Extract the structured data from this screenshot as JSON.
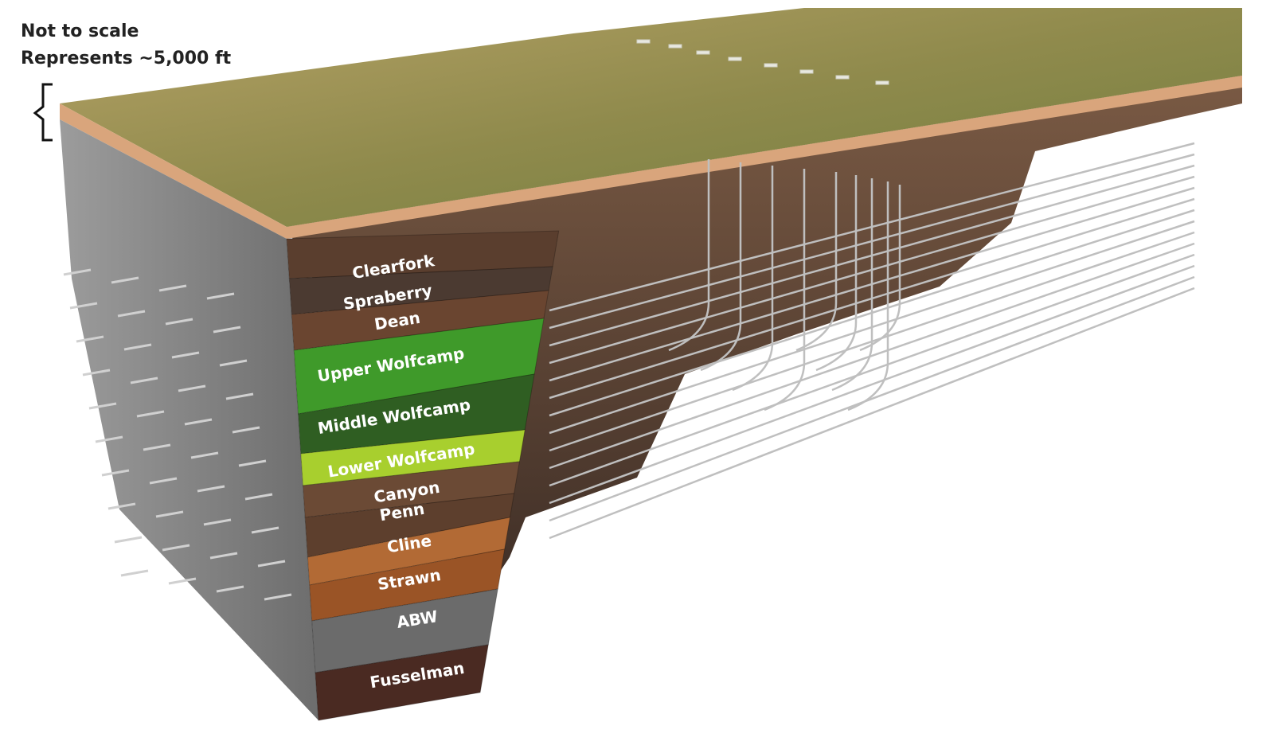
{
  "notes": {
    "scale": "Not to scale",
    "represents": "Represents ~5,000 ft"
  },
  "formations": [
    {
      "name": "Clearfork",
      "color": "#5a3e2e"
    },
    {
      "name": "Spraberry",
      "color": "#4b3a31"
    },
    {
      "name": "Dean",
      "color": "#6a4530"
    },
    {
      "name": "Upper Wolfcamp",
      "color": "#3f9a2a"
    },
    {
      "name": "Middle Wolfcamp",
      "color": "#2f5e22"
    },
    {
      "name": "Lower Wolfcamp",
      "color": "#a8cf2e"
    },
    {
      "name": "Canyon",
      "color": "#6b4a35"
    },
    {
      "name": "Penn",
      "color": "#5d3f2d"
    },
    {
      "name": "Cline",
      "color": "#b26a35"
    },
    {
      "name": "Strawn",
      "color": "#9a5426"
    },
    {
      "name": "ABW",
      "color": "#6b6b6b"
    },
    {
      "name": "Fusselman",
      "color": "#4a2a22"
    }
  ],
  "colors": {
    "surface": "#8a8a4a",
    "topsoil": "#d9a57c",
    "wellbore": "#bfbfbf"
  }
}
